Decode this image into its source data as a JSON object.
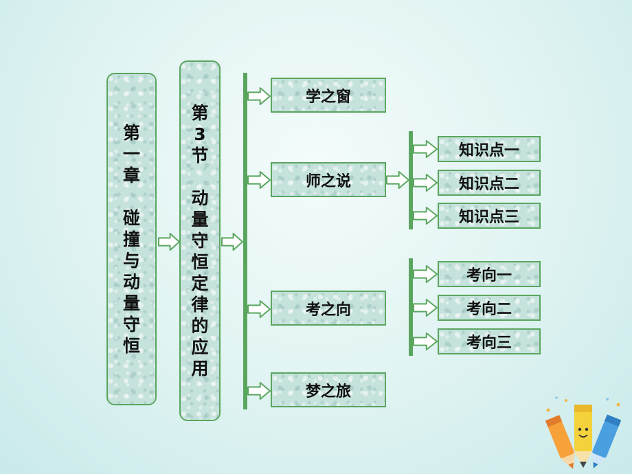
{
  "chapter": "第一章",
  "chapter_title": "碰撞与动量守恒",
  "section": "第3节",
  "section_title": "动量守恒定律的应用",
  "modules": [
    {
      "label": "学之窗"
    },
    {
      "label": "师之说",
      "children": [
        "知识点一",
        "知识点二",
        "知识点三"
      ]
    },
    {
      "label": "考之向",
      "children": [
        "考向一",
        "考向二",
        "考向三"
      ]
    },
    {
      "label": "梦之旅"
    }
  ],
  "colors": {
    "border": "#5aa65f",
    "box_fill": "#c6e2dc",
    "arrow_fill": "#ffffff"
  },
  "icons": {
    "decoration": "pencils-icon"
  }
}
